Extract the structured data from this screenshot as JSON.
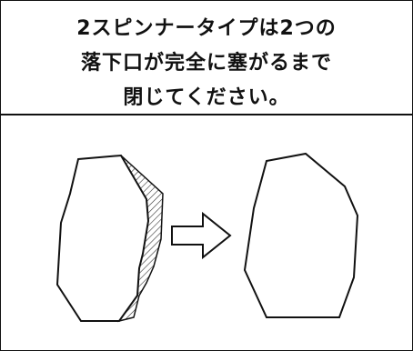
{
  "instruction": {
    "line1": "2スピンナータイプは2つの",
    "line2": "落下口が完全に塞がるまで",
    "line3": "閉じてください。"
  },
  "illustration": {
    "stroke_color": "#111111",
    "hatch_color": "#333333",
    "arrow": "right-outline-arrow",
    "left_shape": "shape-with-hatched-gap",
    "right_shape": "closed-shape"
  }
}
